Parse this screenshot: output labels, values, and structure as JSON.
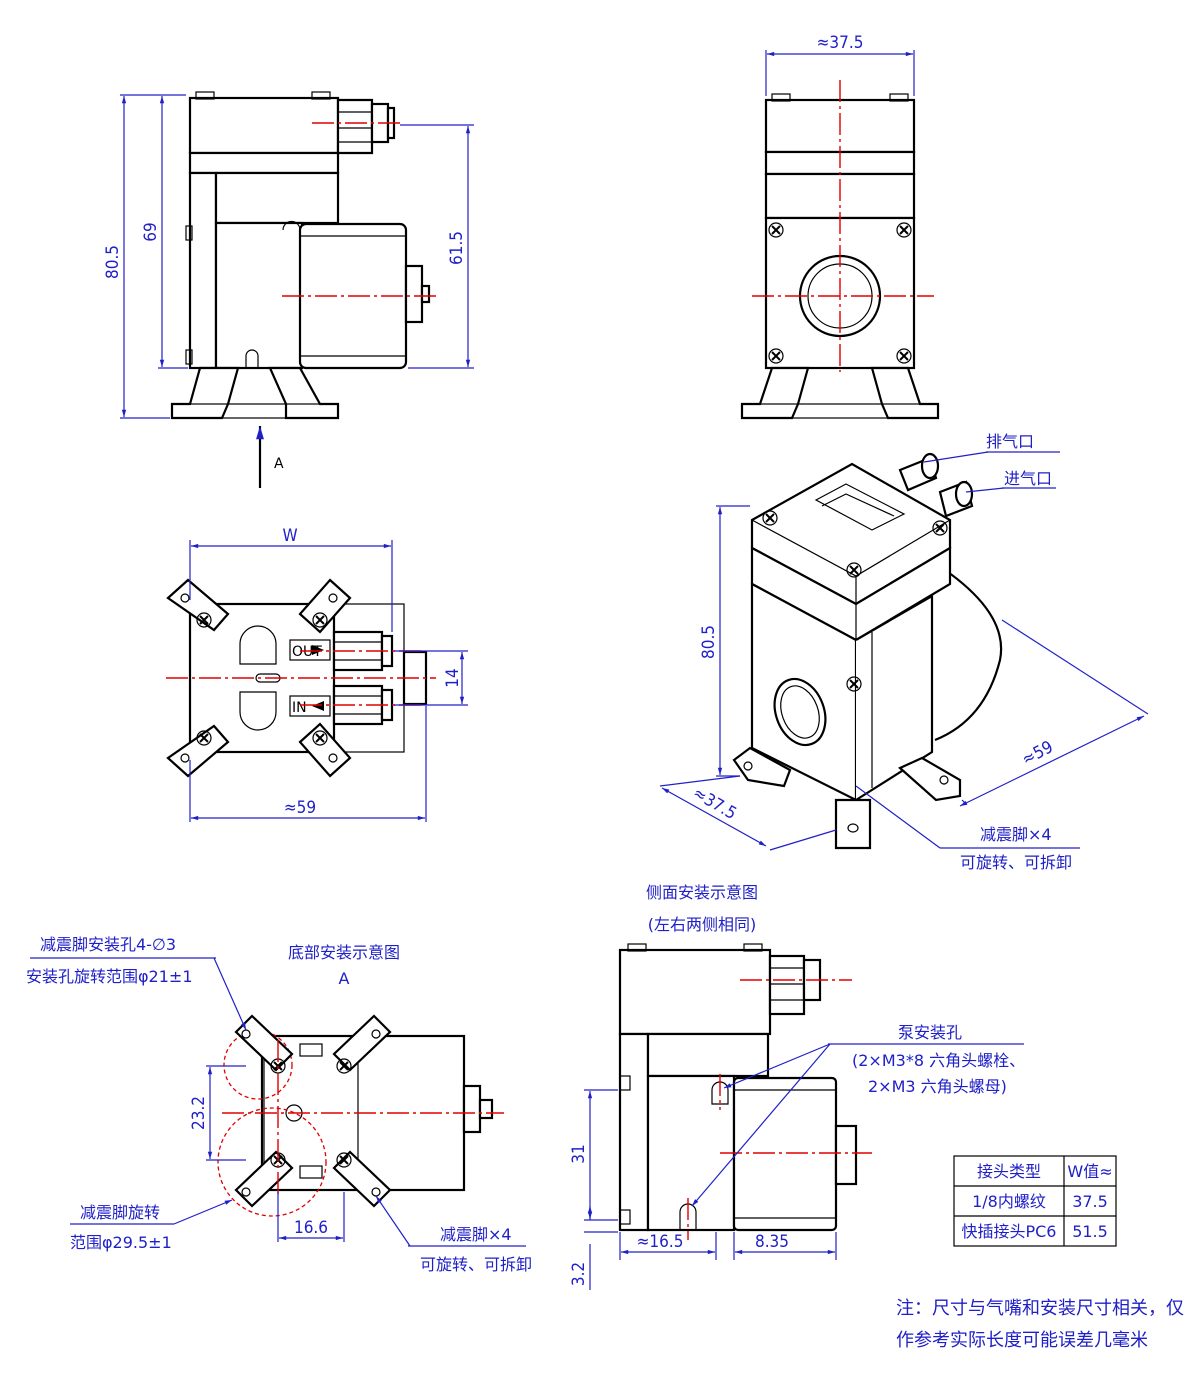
{
  "dimensions": {
    "front_height_total": "80.5",
    "front_height_body": "69",
    "front_height_right": "61.5",
    "side_width": "≈37.5",
    "top_width": "W",
    "top_length": "≈59",
    "top_port_pitch": "14",
    "iso_height": "80.5",
    "iso_width": "≈37.5",
    "iso_length": "≈59",
    "bottom_pitch": "23.2",
    "bottom_offset": "16.6",
    "side_mount_height": "31",
    "side_mount_base": "3.2",
    "side_mount_left": "≈16.5",
    "side_mount_right": "8.35"
  },
  "labels": {
    "view_arrow": "A",
    "exhaust_port": "排气口",
    "intake_port": "进气口",
    "feet_iso_line1": "减震脚×4",
    "feet_iso_line2": "可旋转、可拆卸",
    "side_title_line1": "侧面安装示意图",
    "side_title_line2": "(左右两侧相同)",
    "bottom_title": "底部安装示意图",
    "bottom_title_view": "A",
    "foot_hole_line1": "减震脚安装孔4-∅3",
    "foot_hole_line2": "安装孔旋转范围φ21±1",
    "foot_rotate_line1": "减震脚旋转",
    "foot_rotate_line2": "范围φ29.5±1",
    "feet_bottom_line1": "减震脚×4",
    "feet_bottom_line2": "可旋转、可拆卸",
    "pump_hole_line1": "泵安装孔",
    "pump_hole_line2": "(2×M3*8 六角头螺栓、",
    "pump_hole_line3": "2×M3 六角头螺母)",
    "top_out_mark": "OUT",
    "top_in_mark": "IN"
  },
  "table": {
    "headers": [
      "接头类型",
      "W值≈"
    ],
    "rows": [
      [
        "1/8内螺纹",
        "37.5"
      ],
      [
        "快插接头PC6",
        "51.5"
      ]
    ]
  },
  "note": {
    "line1": "注：尺寸与气嘴和安装尺寸相关，仅",
    "line2": "作参考实际长度可能误差几毫米"
  },
  "colors": {
    "dimension": "#2020c8",
    "centerline": "#e00000",
    "outline": "#000000"
  }
}
